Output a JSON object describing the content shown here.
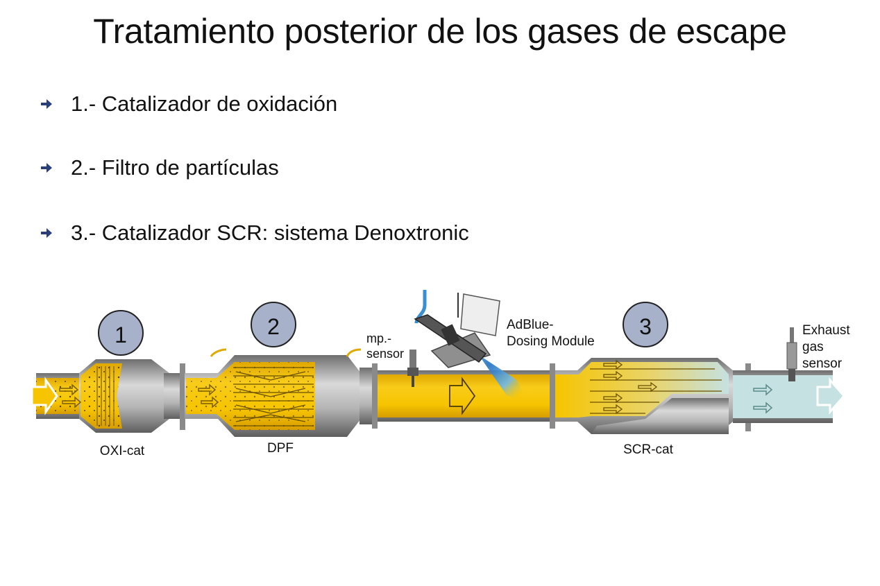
{
  "title": "Tratamiento posterior de los gases de escape",
  "bullets": [
    {
      "text": "1.- Catalizador de oxidación",
      "icon": "arrow-right-icon"
    },
    {
      "text": "2.- Filtro de partículas",
      "icon": "arrow-right-icon"
    },
    {
      "text": "3.- Catalizador SCR: sistema Denoxtronic",
      "icon": "arrow-right-icon"
    }
  ],
  "diagram": {
    "markers": [
      "1",
      "2",
      "3"
    ],
    "labels": {
      "oxi_cat": "OXI-cat",
      "dpf": "DPF",
      "scr_cat": "SCR-cat",
      "temp_sensor_line1": "mp.-",
      "temp_sensor_line2": "sensor",
      "adblue_line1": "AdBlue-",
      "adblue_line2": "Dosing Module",
      "exhaust_line1": "Exhaust",
      "exhaust_line2": "gas",
      "exhaust_line3": "sensor"
    },
    "colors": {
      "accent_arrow": "#2a3f7a",
      "gas_yellow": "#f6c400",
      "clean_gas": "#c5e1e1",
      "metal": "#9a9a9a",
      "marker_fill": "#a7b1c9",
      "adblue_spray": "#3a8fd0"
    }
  }
}
